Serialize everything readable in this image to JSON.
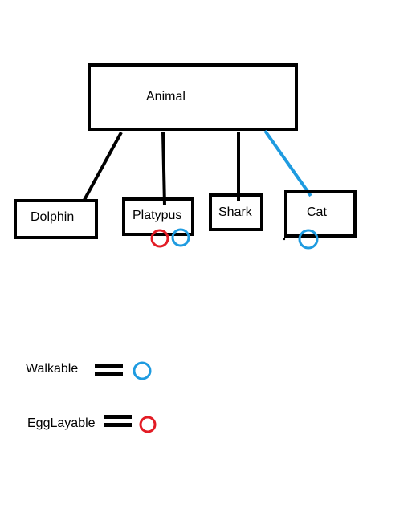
{
  "diagram": {
    "colors": {
      "ink": "#000000",
      "walkable": "#1e9be0",
      "egg_layable": "#e31c25",
      "background": "#ffffff"
    },
    "root": {
      "label": "Animal"
    },
    "children": [
      {
        "label": "Dolphin"
      },
      {
        "label": "Platypus"
      },
      {
        "label": "Shark"
      },
      {
        "label": "Cat"
      }
    ],
    "legend": {
      "walkable": {
        "label": "Walkable",
        "marker": "blue-circle"
      },
      "egg_layable": {
        "label": "EggLayable",
        "marker": "red-circle"
      }
    }
  }
}
